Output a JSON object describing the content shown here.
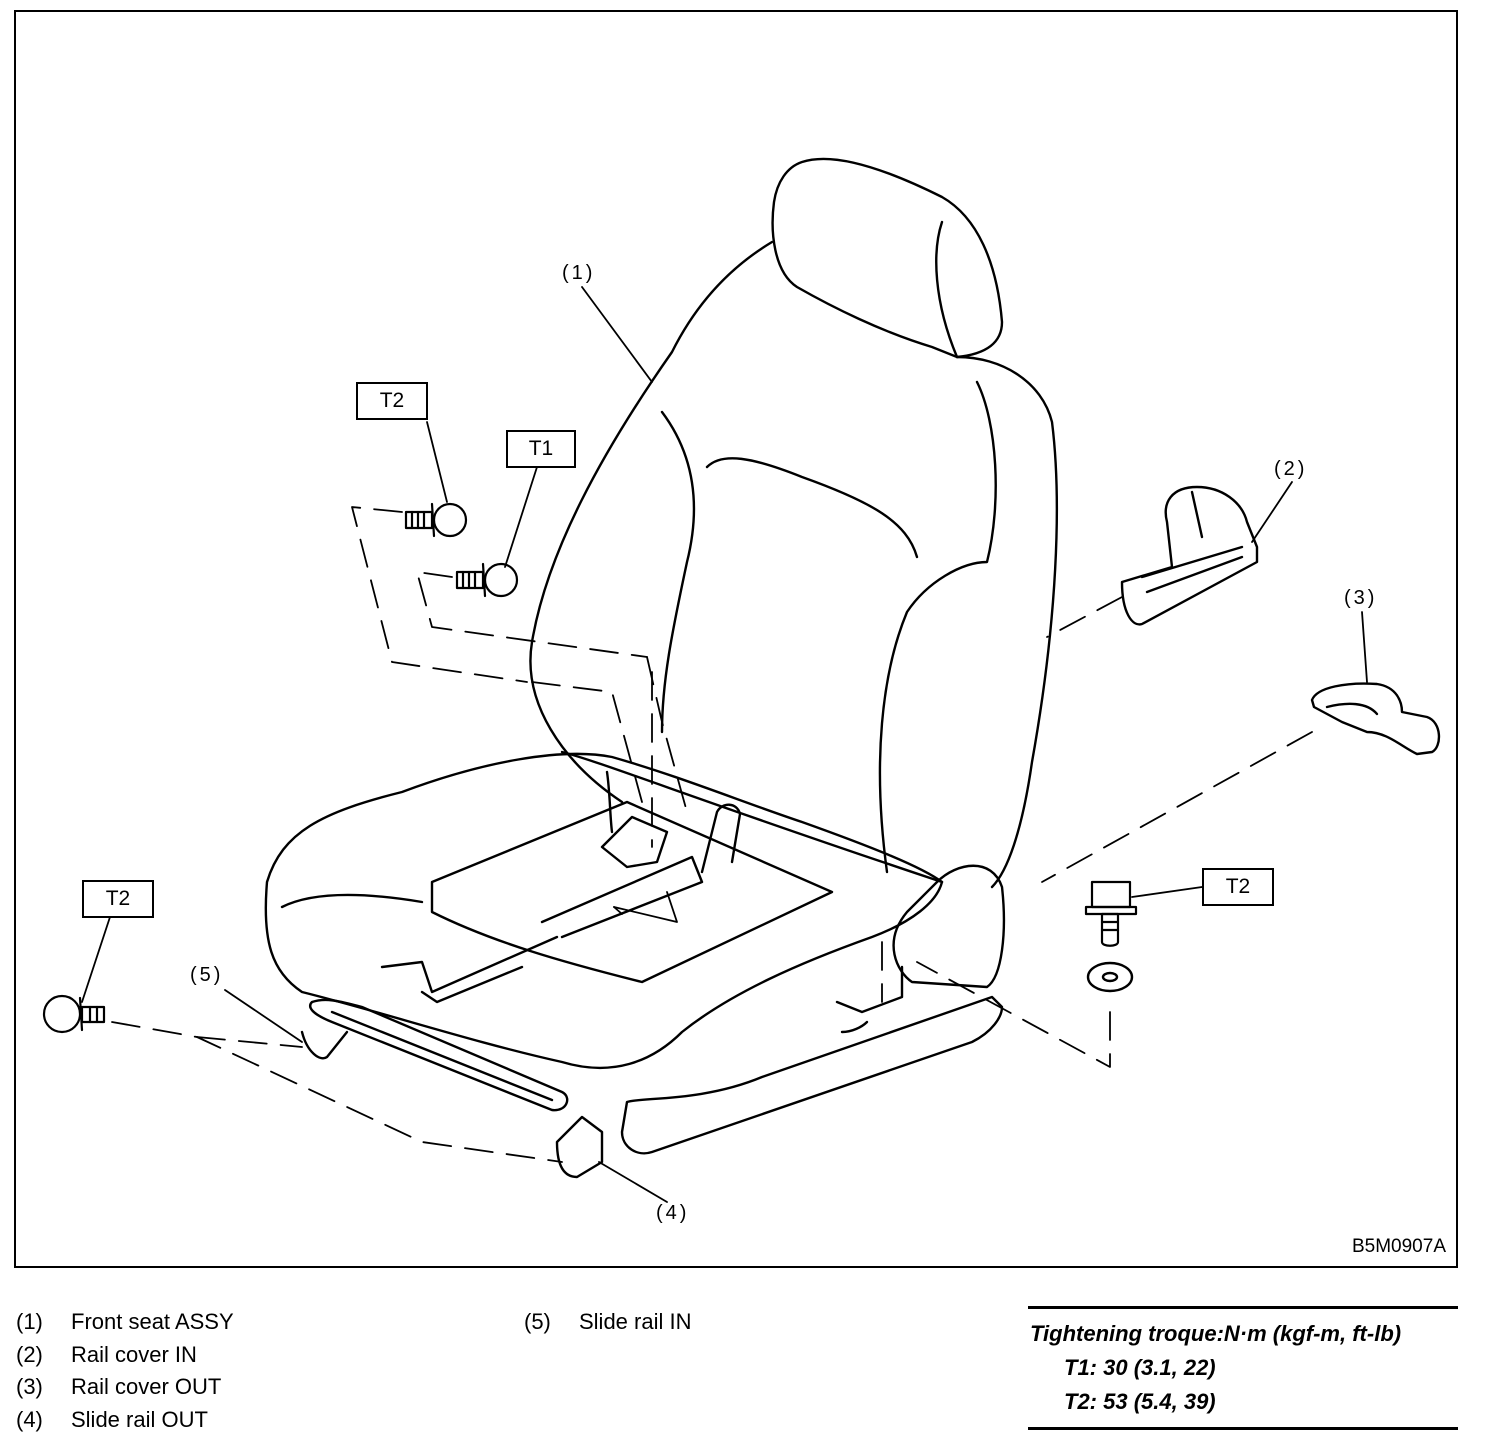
{
  "figure": {
    "code": "B5M0907A",
    "callouts": {
      "c1": "(1)",
      "c2": "(2)",
      "c3": "(3)",
      "c4": "(4)",
      "c5": "(5)"
    },
    "torque_boxes": {
      "top_t2": "T2",
      "top_t1": "T1",
      "left_t2": "T2",
      "right_t2": "T2"
    }
  },
  "legend": {
    "items": [
      {
        "num": "(1)",
        "label": "Front seat ASSY"
      },
      {
        "num": "(2)",
        "label": "Rail cover IN"
      },
      {
        "num": "(3)",
        "label": "Rail cover OUT"
      },
      {
        "num": "(4)",
        "label": "Slide rail OUT"
      },
      {
        "num": "(5)",
        "label": "Slide rail IN"
      }
    ]
  },
  "torque": {
    "title": "Tightening troque:N·m (kgf-m, ft-lb)",
    "t1": "T1: 30 (3.1, 22)",
    "t2": "T2: 53 (5.4, 39)"
  }
}
